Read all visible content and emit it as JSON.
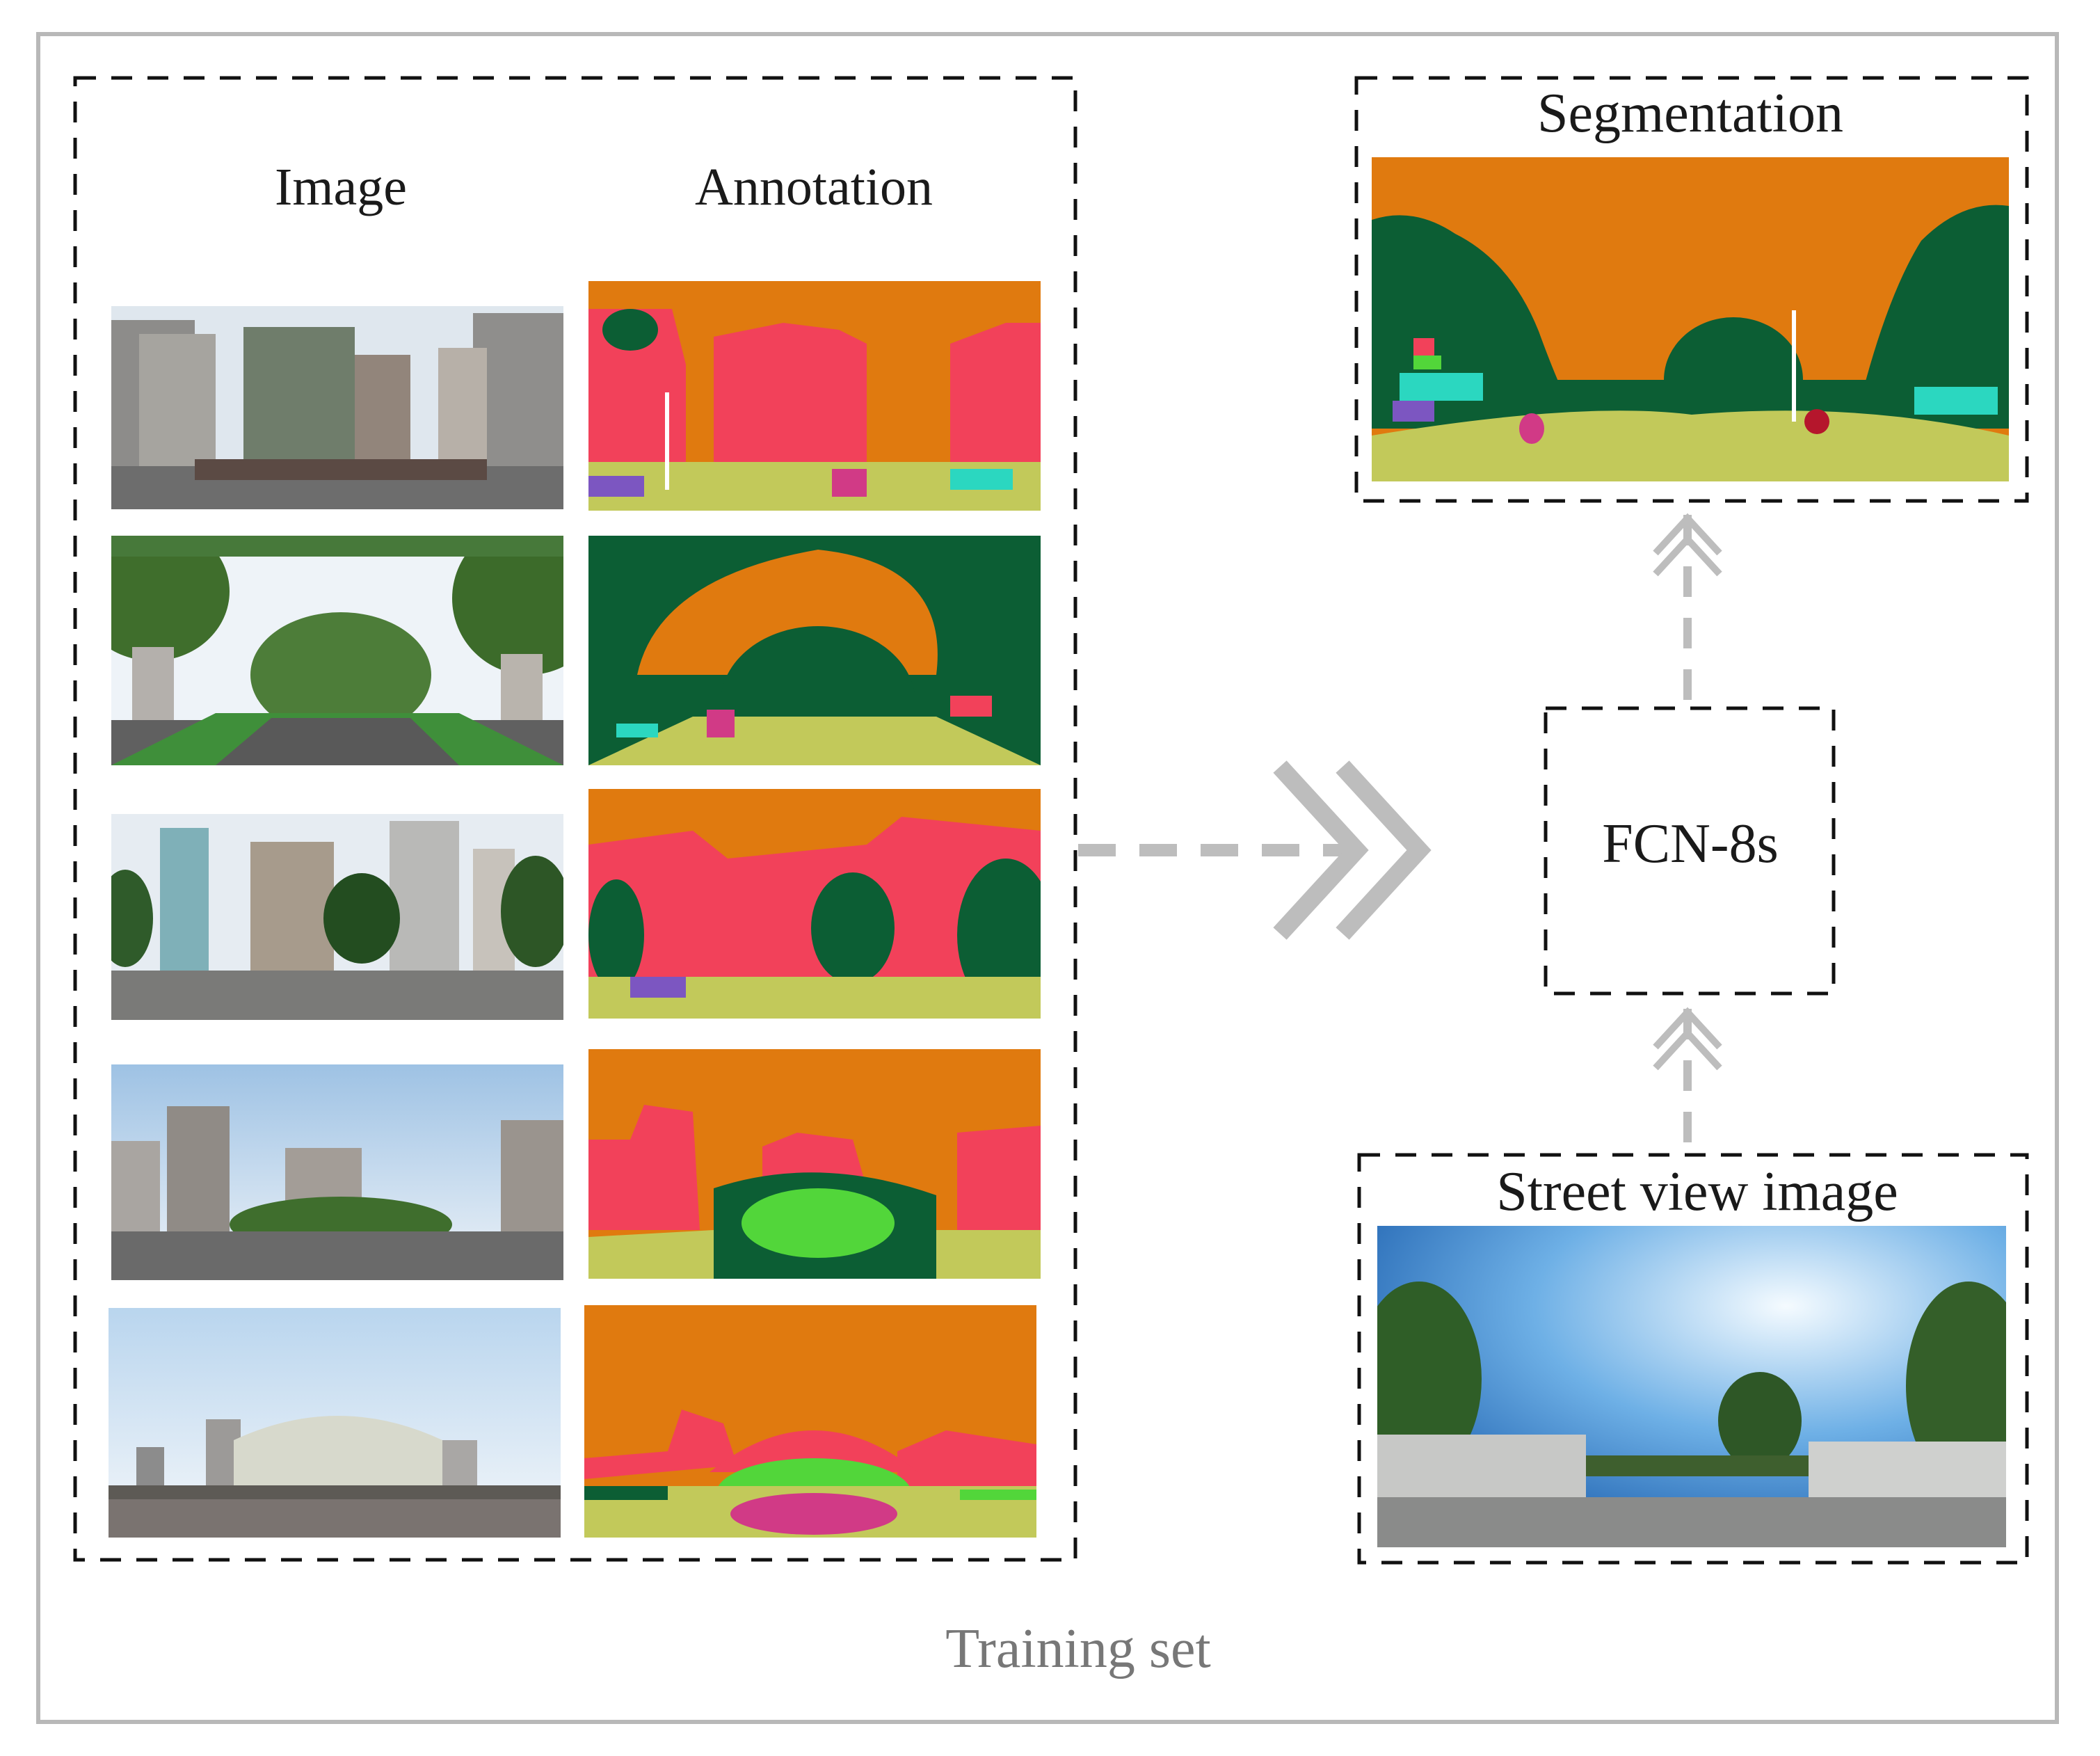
{
  "headings": {
    "image": "Image",
    "annotation": "Annotation",
    "segmentation": "Segmentation",
    "model": "FCN-8s",
    "street_view": "Street view image",
    "training_set": "Training set"
  },
  "colors": {
    "sky": "#e07a0f",
    "building": "#f2415a",
    "tree": "#0c5e34",
    "road": "#c2c95a",
    "grass": "#52d63a",
    "car": "#d13a86",
    "sidewalk": "#7c56c1",
    "fence": "#2bd7c0",
    "pole": "#ffffff",
    "frame_gray": "#b8b8b8",
    "dash_black": "#111111",
    "arrow_gray": "#bdbdbd"
  },
  "icons": {
    "big_arrow": "double-chevron-right-icon",
    "up_arrow": "double-chevron-up-icon"
  }
}
